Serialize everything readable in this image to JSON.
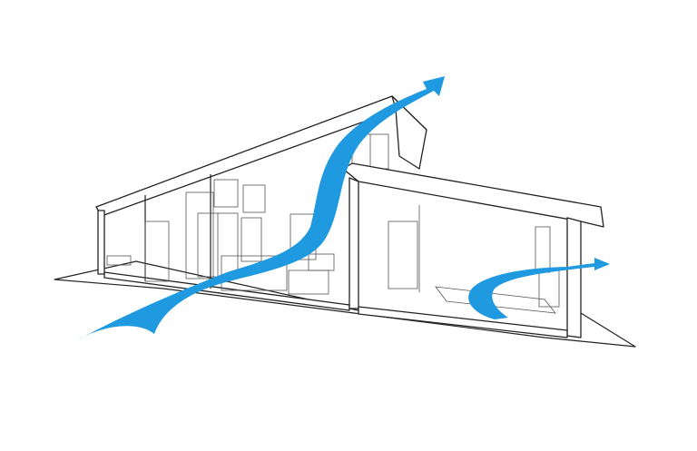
{
  "diagram": {
    "subject": "house-section-cross-ventilation",
    "colors": {
      "airflow": "#1f9ae0",
      "lines": "#222222",
      "background": "#ffffff"
    },
    "icons": [
      "airflow-arrow-main",
      "airflow-arrow-exhaust-roof",
      "airflow-arrow-bedroom",
      "airflow-arrow-exit-right"
    ]
  }
}
